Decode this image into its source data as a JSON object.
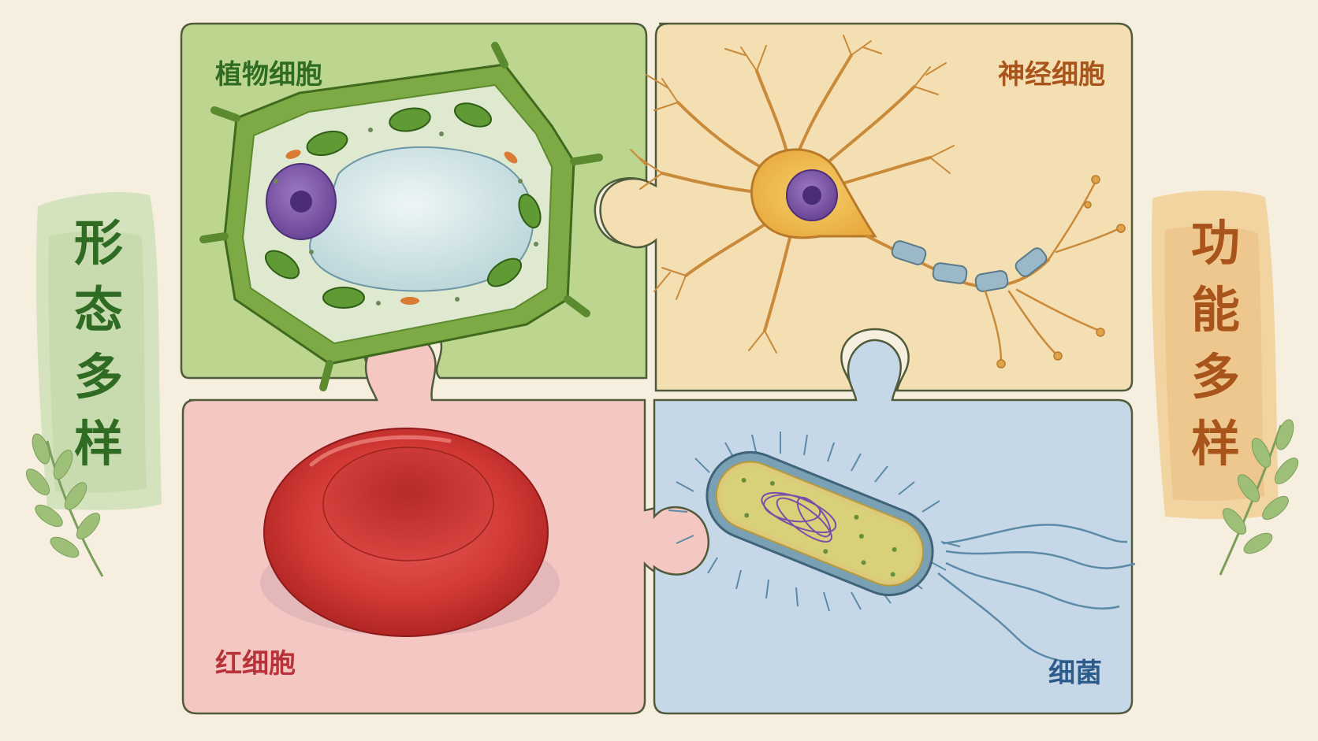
{
  "side_left": {
    "chars": [
      "形",
      "态",
      "多",
      "样"
    ],
    "color": "#2f6b22"
  },
  "side_right": {
    "chars": [
      "功",
      "能",
      "多",
      "样"
    ],
    "color": "#a8541a"
  },
  "pieces": {
    "plant": {
      "label": "植物细胞",
      "color": "#2f6b22",
      "fill": "#bcd690"
    },
    "neuron": {
      "label": "神经细胞",
      "color": "#a8541a",
      "fill": "#f4dfb2"
    },
    "rbc": {
      "label": "红细胞",
      "color": "#b8323a",
      "fill": "#f4c7c3"
    },
    "bacteria": {
      "label": "细菌",
      "color": "#2d5c8c",
      "fill": "#c6d8e8"
    }
  }
}
